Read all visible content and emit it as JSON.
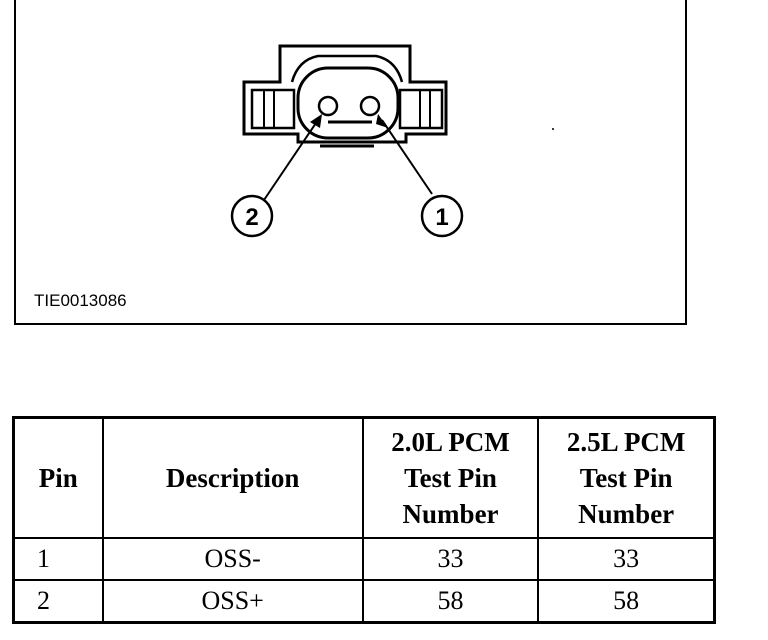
{
  "figure": {
    "id_label": "TIE0013086",
    "callouts": [
      "1",
      "2"
    ]
  },
  "table": {
    "headers": {
      "pin": "Pin",
      "description": "Description",
      "pcm20": [
        "2.0L PCM",
        "Test Pin",
        "Number"
      ],
      "pcm25": [
        "2.5L PCM",
        "Test Pin",
        "Number"
      ]
    },
    "rows": [
      {
        "pin": "1",
        "description": "OSS-",
        "pcm20": "33",
        "pcm25": "33"
      },
      {
        "pin": "2",
        "description": "OSS+",
        "pcm20": "58",
        "pcm25": "58"
      }
    ]
  }
}
